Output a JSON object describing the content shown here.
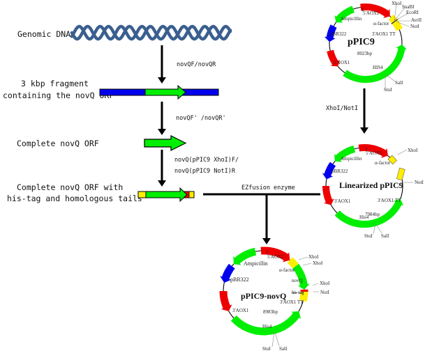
{
  "colors": {
    "dna": "#3a5f8f",
    "blue": "#0000ee",
    "green": "#00ee00",
    "red": "#ee0000",
    "yellow": "#ffee00",
    "black": "#000000"
  },
  "steps": {
    "genomic_dna": "Genomic DNA",
    "fragment_line1": "3 kbp fragment",
    "fragment_line2": "containing the novQ ORF",
    "complete_orf": "Complete novQ ORF",
    "tailed_line1": "Complete novQ ORF with",
    "tailed_line2": "his-tag and homologous tails"
  },
  "primers": {
    "step1": "novQF/novQR",
    "step2": "novQF' /novQR'",
    "step3_line1": "novQ(pPIC9 XhoI)F/",
    "step3_line2": "novQ(pPIC9 NotI)R",
    "digest": "XhoI/NotI",
    "fusion": "EZfusion enzyme"
  },
  "plasmids": {
    "ppic9": {
      "name": "pPIC9",
      "size": "8023bp",
      "features": [
        "5'AOX1",
        "α-factor",
        "3'AOX1 TT",
        "HIS4",
        "5'AOX1",
        "pBR322",
        "Ampicillin"
      ],
      "labels": {
        "aox5_top": "5'AOX1",
        "one": "1",
        "alpha": "α-factor",
        "tt": "3'AOX1 TT",
        "his": "HIS4",
        "aox5_left": "5'AOX1",
        "pbr": "pBR322",
        "amp": "Ampicillin"
      },
      "sites": [
        "XhoI",
        "SnaBI",
        "EcoRI",
        "AvrII",
        "NotI",
        "SalI",
        "StuI"
      ]
    },
    "linearized": {
      "name": "Linearized pPIC9",
      "size": "7984bp",
      "labels": {
        "aox5_top": "5'AOX1",
        "one": "1",
        "alpha": "α-factor",
        "tt": "3'AOX1 TT",
        "his": "His4",
        "aox3_left": "3'AOX1",
        "pbr": "pBR322",
        "amp": "Ampicillin"
      },
      "sites": [
        "XhoI",
        "NotI",
        "StuI",
        "SalI"
      ]
    },
    "novq": {
      "name": "pPIC9-novQ",
      "size": "8983bp",
      "labels": {
        "aox5_top": "5'AOX1",
        "one": "1",
        "alpha": "α-factor",
        "novq": "novQ",
        "histag": "his-tag",
        "tt": "3'AOX1 TT",
        "his": "His4",
        "aox3_left": "3'AOX1",
        "pbr": "pBR322",
        "amp": "Ampicillin"
      },
      "sites": [
        "XhoI",
        "XhoI",
        "XhoI",
        "NotI",
        "StuI",
        "SalI"
      ]
    }
  }
}
